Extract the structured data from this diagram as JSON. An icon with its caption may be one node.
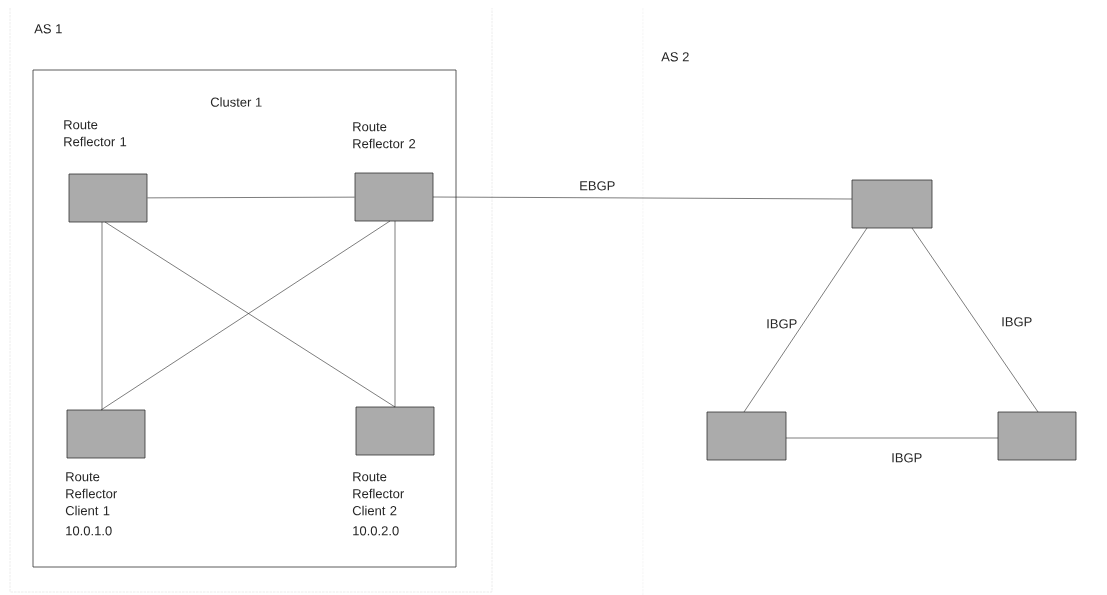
{
  "diagram": {
    "nodes": [
      {
        "text": [
          "Cluster 1"
        ]
      },
      {
        "text": [
          "Route Reflector 1"
        ],
        "in": 0
      },
      {
        "text": [
          "Route Reflector 2"
        ],
        "in": 0
      },
      {
        "text": [
          "Route Reflector Client 1",
          "10.0.1.0"
        ],
        "in": 0
      },
      {
        "text": [
          "Route Reflector Client 2",
          "10.0.2.0"
        ],
        "in": 0
      },
      {
        "text": [],
        "shape": "box"
      },
      {
        "text": [],
        "shape": "box"
      },
      {
        "text": [],
        "shape": "box"
      }
    ],
    "edges": [
      {
        "from": 1,
        "to": 2,
        "arrow": "none"
      },
      {
        "from": 1,
        "to": 3,
        "arrow": "none"
      },
      {
        "from": 1,
        "to": 4,
        "arrow": "none"
      },
      {
        "from": 2,
        "to": 3,
        "arrow": "none"
      },
      {
        "from": 2,
        "to": 4,
        "arrow": "none"
      },
      {
        "from": 2,
        "to": 5,
        "arrow": "none",
        "label": "EBGP"
      },
      {
        "from": 5,
        "to": 6,
        "arrow": "none",
        "label": "IBGP"
      },
      {
        "from": 5,
        "to": 7,
        "arrow": "none",
        "label": "IBGP"
      },
      {
        "from": 6,
        "to": 7,
        "arrow": "none",
        "label": "IBGP"
      }
    ],
    "labels": [
      "AS 1",
      "AS 2"
    ]
  }
}
